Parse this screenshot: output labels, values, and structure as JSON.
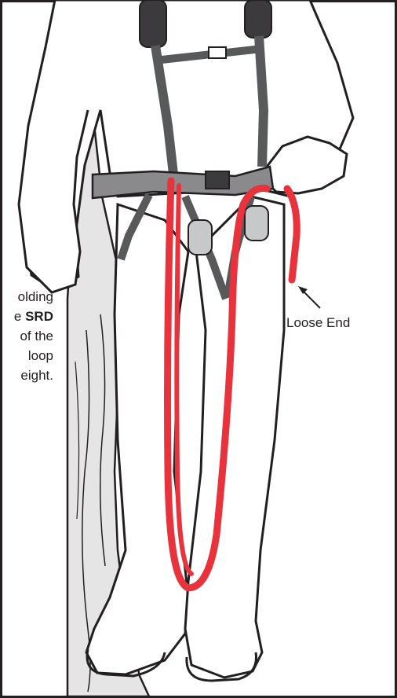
{
  "illustration": {
    "subject": "person-in-harness-with-rope-loop",
    "colors": {
      "rope": "#e8323c",
      "tree": "#e5e5e5",
      "strap": "#58595b",
      "outline": "#231f20",
      "background": "#ffffff"
    }
  },
  "instruction_text": {
    "line1": "olding",
    "line2_prefix": "e ",
    "line2_bold": "SRD",
    "line3": "of the",
    "line4": "loop",
    "line5": "eight."
  },
  "callout": {
    "label": "Loose End"
  }
}
